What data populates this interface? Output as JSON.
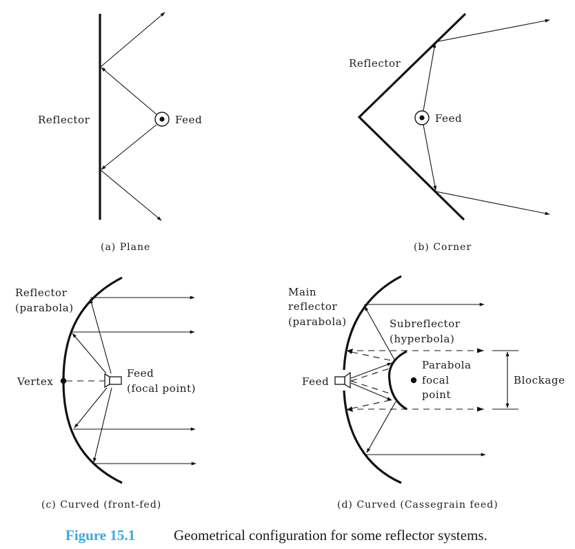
{
  "figure": {
    "number": "Figure 15.1",
    "caption": "Geometrical configuration for some reflector systems.",
    "number_color": "#3aa9dc"
  },
  "panels": {
    "a": {
      "subcaption": "(a)  Plane",
      "reflector_label": "Reflector",
      "feed_label": "Feed"
    },
    "b": {
      "subcaption": "(b)  Corner",
      "reflector_label": "Reflector",
      "feed_label": "Feed"
    },
    "c": {
      "subcaption": "(c)  Curved (front-fed)",
      "reflector_label_line1": "Reflector",
      "reflector_label_line2": "(parabola)",
      "vertex_label": "Vertex",
      "feed_label_line1": "Feed",
      "feed_label_line2": "(focal point)"
    },
    "d": {
      "subcaption": "(d)  Curved (Cassegrain feed)",
      "main_label_line1": "Main",
      "main_label_line2": "reflector",
      "main_label_line3": "(parabola)",
      "sub_label_line1": "Subreflector",
      "sub_label_line2": "(hyperbola)",
      "focal_label_line1": "Parabola",
      "focal_label_line2": "focal",
      "focal_label_line3": "point",
      "feed_label": "Feed",
      "blockage_label": "Blockage"
    }
  }
}
